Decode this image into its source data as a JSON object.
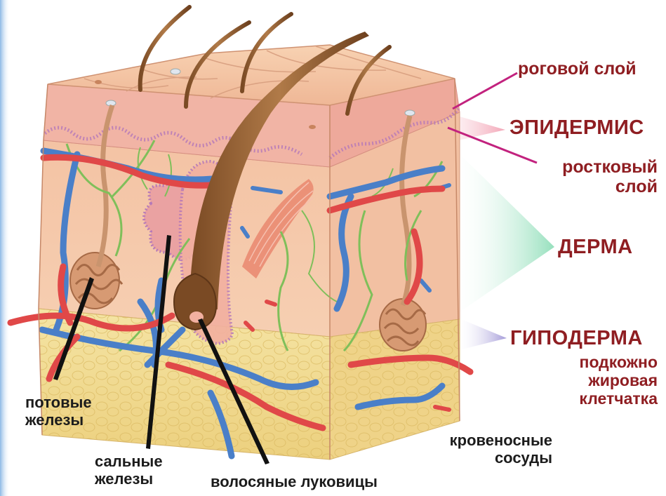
{
  "labels": {
    "stratum_corneum": "роговой слой",
    "epidermis": "ЭПИДЕРМИС",
    "germinal_line1": "ростковый",
    "germinal_line2": "слой",
    "dermis": "ДЕРМА",
    "hypodermis": "ГИПОДЕРМА",
    "subcutaneous_line1": "подкожно",
    "subcutaneous_line2": "жировая",
    "subcutaneous_line3": "клетчатка",
    "sweat_line1": "потовые",
    "sweat_line2": "железы",
    "sebaceous_line1": "сальные",
    "sebaceous_line2": "железы",
    "hair_bulbs": "волосяные луковицы",
    "vessels_line1": "кровеносные",
    "vessels_line2": "сосуды"
  },
  "colors": {
    "label_red": "#8f1e22",
    "label_dark": "#1c1c1c",
    "pointer_magenta": "#c2227e",
    "epidermis_pink": "#f2a9b8",
    "dermis_green": "#9fe3c3",
    "hypodermis_violet": "#a9a0de",
    "artery_red": "#e04848",
    "vein_blue": "#4a7fc8",
    "nerve_green": "#7fbf5a",
    "fat_yellow": "#f3dd95"
  }
}
